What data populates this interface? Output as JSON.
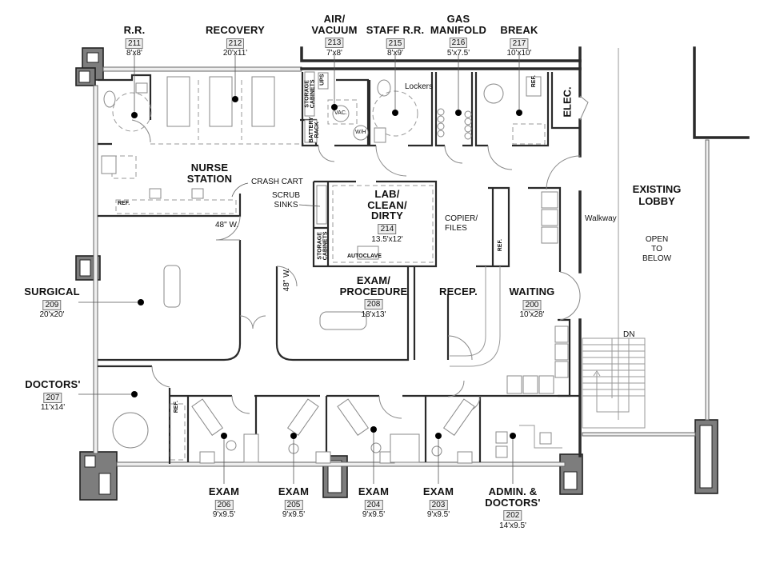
{
  "plan": {
    "type": "architectural floor plan",
    "wall_color": "#2a2a2a",
    "wall_fill": "#808080",
    "fixture_color": "#9a9a9a",
    "background": "#ffffff"
  },
  "rooms": {
    "rr": {
      "name": "R.R.",
      "number": "211",
      "size": "8'x8'"
    },
    "recovery": {
      "name": "RECOVERY",
      "number": "212",
      "size": "20'x11'"
    },
    "air_vacuum": {
      "name": "AIR/\nVACUUM",
      "number": "213",
      "size": "7'x8'"
    },
    "staff_rr": {
      "name": "STAFF R.R.",
      "number": "215",
      "size": "8'x9'"
    },
    "gas_manifold": {
      "name": "GAS\nMANIFOLD",
      "number": "216",
      "size": "5'x7.5'"
    },
    "break": {
      "name": "BREAK",
      "number": "217",
      "size": "10'x10'"
    },
    "nurse_station": {
      "name": "NURSE\nSTATION"
    },
    "lab": {
      "name": "LAB/\nCLEAN/\nDIRTY",
      "number": "214",
      "size": "13.5'x12'"
    },
    "surgical": {
      "name": "SURGICAL",
      "number": "209",
      "size": "20'x20'"
    },
    "exam_procedure": {
      "name": "EXAM/\nPROCEDURE",
      "number": "208",
      "size": "18'x13'"
    },
    "recep": {
      "name": "RECEP."
    },
    "waiting": {
      "name": "WAITING",
      "number": "200",
      "size": "10'x28'"
    },
    "doctors": {
      "name": "DOCTORS'",
      "number": "207",
      "size": "11'x14'"
    },
    "exam_206": {
      "name": "EXAM",
      "number": "206",
      "size": "9'x9.5'"
    },
    "exam_205": {
      "name": "EXAM",
      "number": "205",
      "size": "9'x9.5'"
    },
    "exam_204": {
      "name": "EXAM",
      "number": "204",
      "size": "9'x9.5'"
    },
    "exam_203": {
      "name": "EXAM",
      "number": "203",
      "size": "9'x9.5'"
    },
    "admin": {
      "name": "ADMIN. &\nDOCTORS'",
      "number": "202",
      "size": "14'x9.5'"
    },
    "elec": {
      "name": "ELEC."
    },
    "existing_lobby": {
      "name": "EXISTING\nLOBBY",
      "note": "OPEN\nTO\nBELOW"
    }
  },
  "annotations": {
    "crash_cart": "CRASH CART",
    "scrub_sinks": "SCRUB\nSINKS",
    "copier_files": "COPIER/\nFILES",
    "walkway": "Walkway",
    "lockers": "Lockers",
    "door_48_a": "48\" W.",
    "door_48_b": "48\" W.",
    "stairs_dn": "DN",
    "autoclave": "AUTOCLAVE",
    "ref_nurse": "REF.",
    "ref_break": "REF.",
    "ref_recep": "REF.",
    "ref_doctors": "REF.",
    "storage_cabinets_1": "STORAGE\nCABINETS",
    "storage_cabinets_2": "STORAGE\nCABINETS",
    "battery_rack": "BATTERY\nRACK",
    "ups": "UPS",
    "vac": "VAC.",
    "wh": "W/H"
  }
}
